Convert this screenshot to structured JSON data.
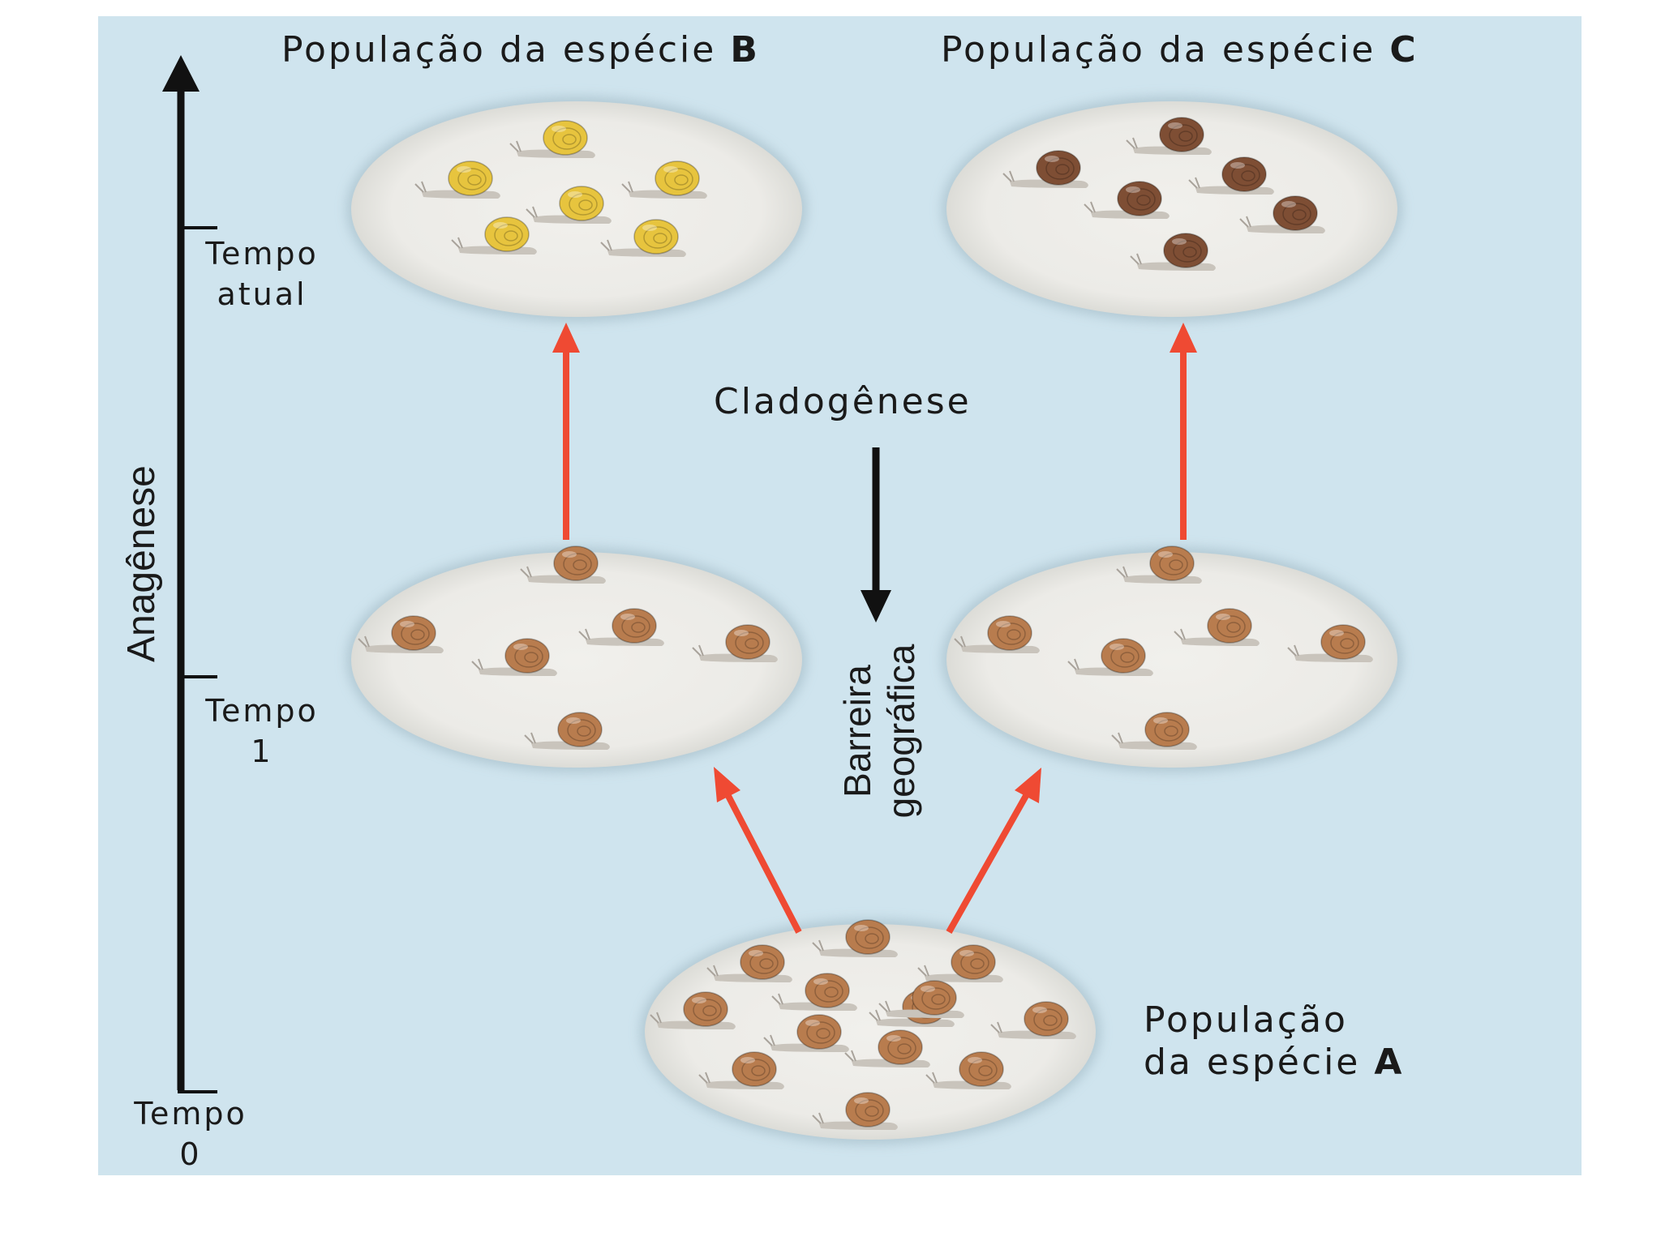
{
  "axis": {
    "label": "Anagênese",
    "ticks": [
      {
        "line1": "Tempo",
        "line2": "atual"
      },
      {
        "line1": "Tempo",
        "line2": "1"
      },
      {
        "line1": "Tempo",
        "line2": "0"
      }
    ]
  },
  "populations": {
    "b": {
      "prefix": "População da espécie",
      "letter": "B",
      "snail_color": "yellow",
      "snail_count": 6
    },
    "c": {
      "prefix": "População da espécie",
      "letter": "C",
      "snail_color": "dark-brown",
      "snail_count": 6
    },
    "left_mid": {
      "snail_color": "brown",
      "snail_count": 6
    },
    "right_mid": {
      "snail_color": "brown",
      "snail_count": 6
    },
    "a": {
      "line1": "População",
      "line2_prefix": "da espécie",
      "letter": "A",
      "snail_color": "brown",
      "snail_count": 13
    }
  },
  "labels": {
    "cladogenesis": "Cladogênese",
    "barrier_line1": "Barreira",
    "barrier_line2": "geográfica"
  },
  "colors": {
    "background": "#cfe4ee",
    "evolution_arrow": "#ef4a33",
    "axis": "#111111",
    "ellipse": "#ecebe7",
    "snail_yellow": "#e7c43e",
    "snail_brown": "#b87c4e",
    "snail_dark_brown": "#7e4e34"
  }
}
